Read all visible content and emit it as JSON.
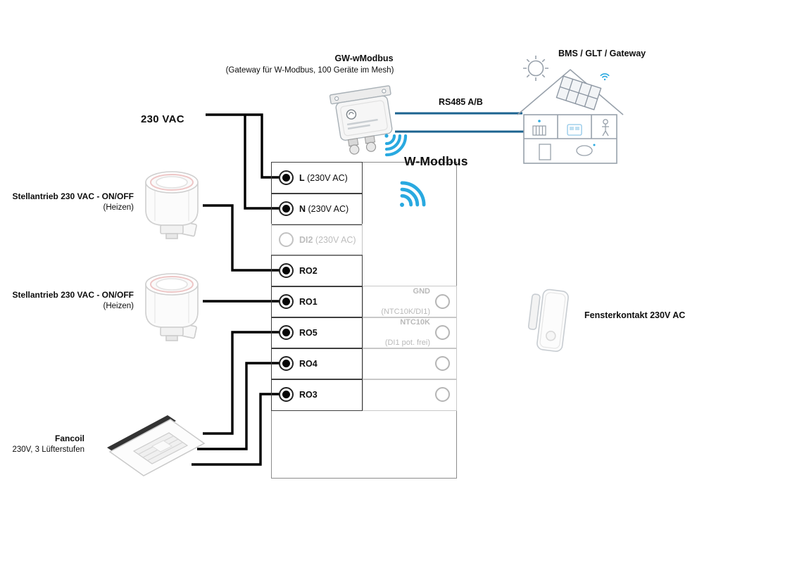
{
  "labels": {
    "supply": "230 VAC",
    "gateway_title": "GW-wModbus",
    "gateway_subtitle": "(Gateway für W-Modbus, 100 Geräte im Mesh)",
    "bms": "BMS / GLT / Gateway",
    "rs485": "RS485 A/B",
    "wmodbus": "W-Modbus",
    "fensterkontakt": "Fensterkontakt 230V AC"
  },
  "devices": {
    "actuator1": {
      "line1": "Stellantrieb 230 VAC - ON/OFF",
      "line2": "(Heizen)"
    },
    "actuator2": {
      "line1": "Stellantrieb 230 VAC - ON/OFF",
      "line2": "(Heizen)"
    },
    "fancoil": {
      "line1": "Fancoil",
      "line2": "230V, 3 Lüfterstufen"
    }
  },
  "terminal_block": {
    "left": [
      {
        "label": "L",
        "suffix": " (230V AC)",
        "state": "filled"
      },
      {
        "label": "N",
        "suffix": " (230V AC)",
        "state": "filled"
      },
      {
        "label": "DI2",
        "suffix": " (230V AC)",
        "state": "inactive"
      },
      {
        "label": "RO2",
        "suffix": "",
        "state": "filled"
      },
      {
        "label": "RO1",
        "suffix": "",
        "state": "filled"
      },
      {
        "label": "RO5",
        "suffix": "",
        "state": "filled"
      },
      {
        "label": "RO4",
        "suffix": "",
        "state": "filled"
      },
      {
        "label": "RO3",
        "suffix": "",
        "state": "filled"
      }
    ],
    "right": [
      {
        "line1": "GND",
        "line2": "(NTC10K/DI1)"
      },
      {
        "line1": "NTC10K",
        "line2": "(DI1 pot. frei)"
      },
      {
        "line1": "",
        "line2": ""
      },
      {
        "line1": "",
        "line2": ""
      }
    ]
  },
  "colors": {
    "wire": "#000000",
    "rs485_line": "#1c6390",
    "wifi": "#29a9e0",
    "inactive": "#b9b9b9",
    "outline": "#9aa0a6"
  }
}
